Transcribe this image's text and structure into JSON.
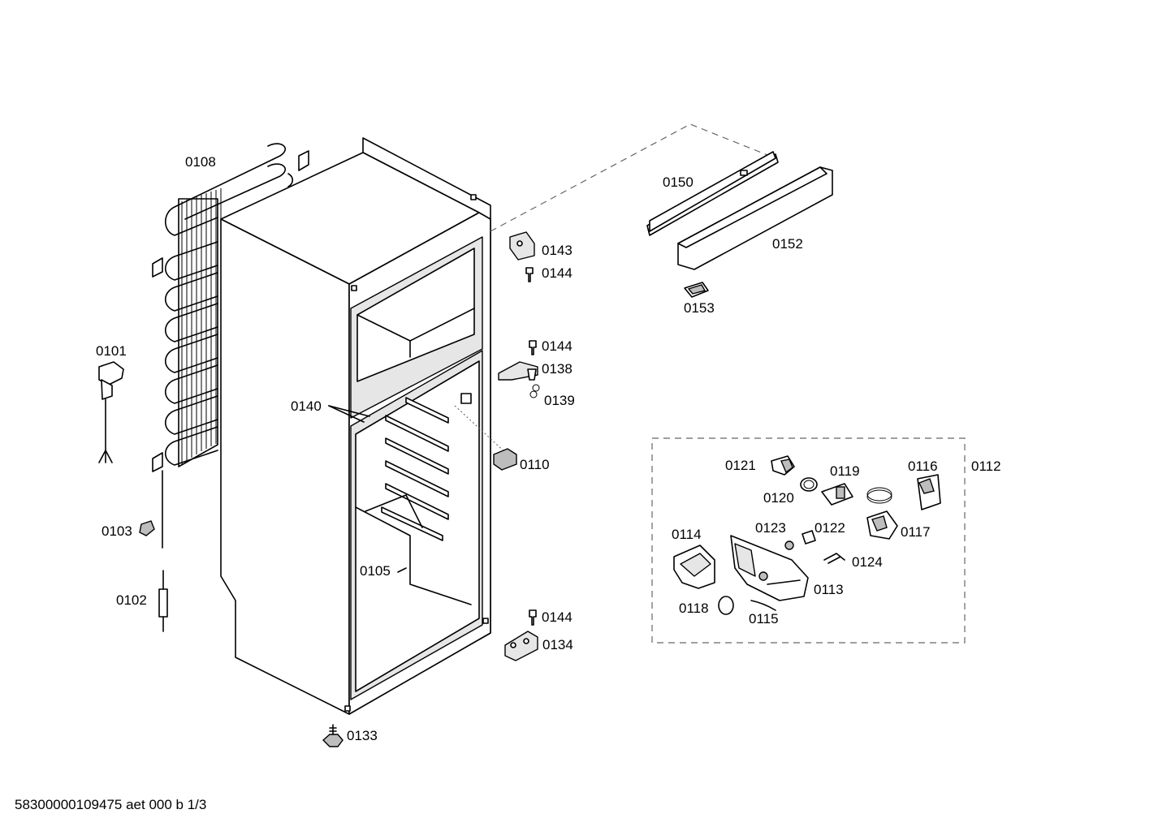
{
  "parts": {
    "p0108": "0108",
    "p0101": "0101",
    "p0103": "0103",
    "p0102": "0102",
    "p0140": "0140",
    "p0105": "0105",
    "p0133": "0133",
    "p0143": "0143",
    "p0144a": "0144",
    "p0144b": "0144",
    "p0138": "0138",
    "p0139": "0139",
    "p0110": "0110",
    "p0144c": "0144",
    "p0134": "0134",
    "p0150": "0150",
    "p0152": "0152",
    "p0153": "0153",
    "p0121": "0121",
    "p0119": "0119",
    "p0116": "0116",
    "p0112": "0112",
    "p0120": "0120",
    "p0114": "0114",
    "p0123": "0123",
    "p0122": "0122",
    "p0117": "0117",
    "p0124": "0124",
    "p0113": "0113",
    "p0118": "0118",
    "p0115": "0115"
  },
  "footer": "58300000109475 aet 000 b 1/3"
}
